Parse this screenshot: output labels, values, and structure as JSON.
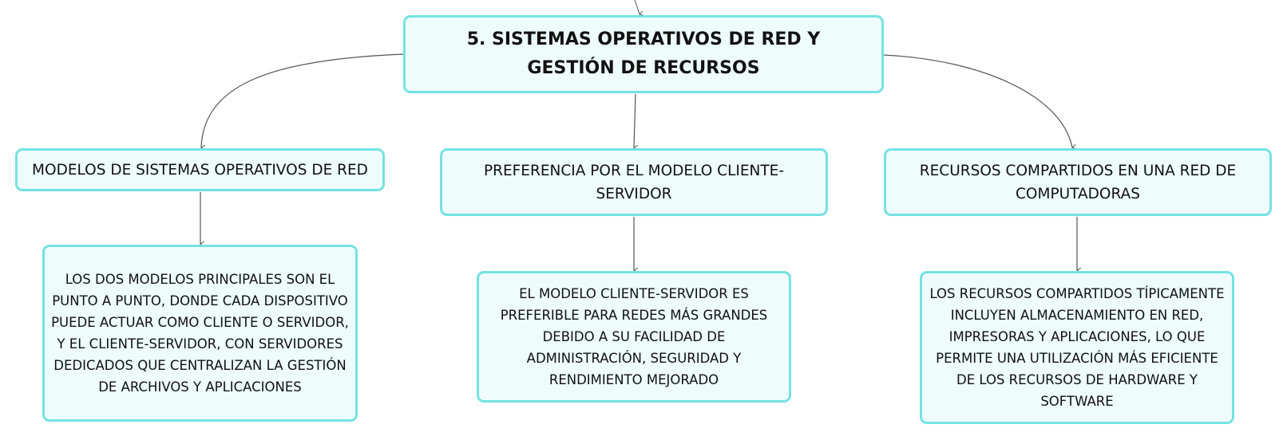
{
  "colors": {
    "node_fill": "#eefcfc",
    "node_border": "#75e2e4",
    "connector": "#555555",
    "text": "#111111"
  },
  "root": {
    "title": "5. SISTEMAS OPERATIVOS DE RED Y GESTIÓN DE RECURSOS"
  },
  "branches": [
    {
      "label": "MODELOS DE SISTEMAS OPERATIVOS DE RED",
      "detail": "LOS DOS MODELOS PRINCIPALES SON EL PUNTO A PUNTO, DONDE CADA DISPOSITIVO PUEDE ACTUAR COMO CLIENTE O SERVIDOR, Y EL CLIENTE-SERVIDOR, CON SERVIDORES DEDICADOS QUE CENTRALIZAN LA GESTIÓN DE ARCHIVOS Y APLICACIONES"
    },
    {
      "label": "PREFERENCIA POR EL MODELO CLIENTE-SERVIDOR",
      "detail": "EL MODELO CLIENTE-SERVIDOR ES PREFERIBLE PARA REDES MÁS GRANDES DEBIDO A SU FACILIDAD DE ADMINISTRACIÓN, SEGURIDAD Y RENDIMIENTO MEJORADO"
    },
    {
      "label": "RECURSOS COMPARTIDOS EN UNA RED DE COMPUTADORAS",
      "detail": "LOS RECURSOS COMPARTIDOS TÍPICAMENTE INCLUYEN ALMACENAMIENTO EN RED, IMPRESORAS Y APLICACIONES, LO QUE PERMITE UNA UTILIZACIÓN MÁS EFICIENTE DE LOS RECURSOS DE HARDWARE Y SOFTWARE"
    }
  ]
}
